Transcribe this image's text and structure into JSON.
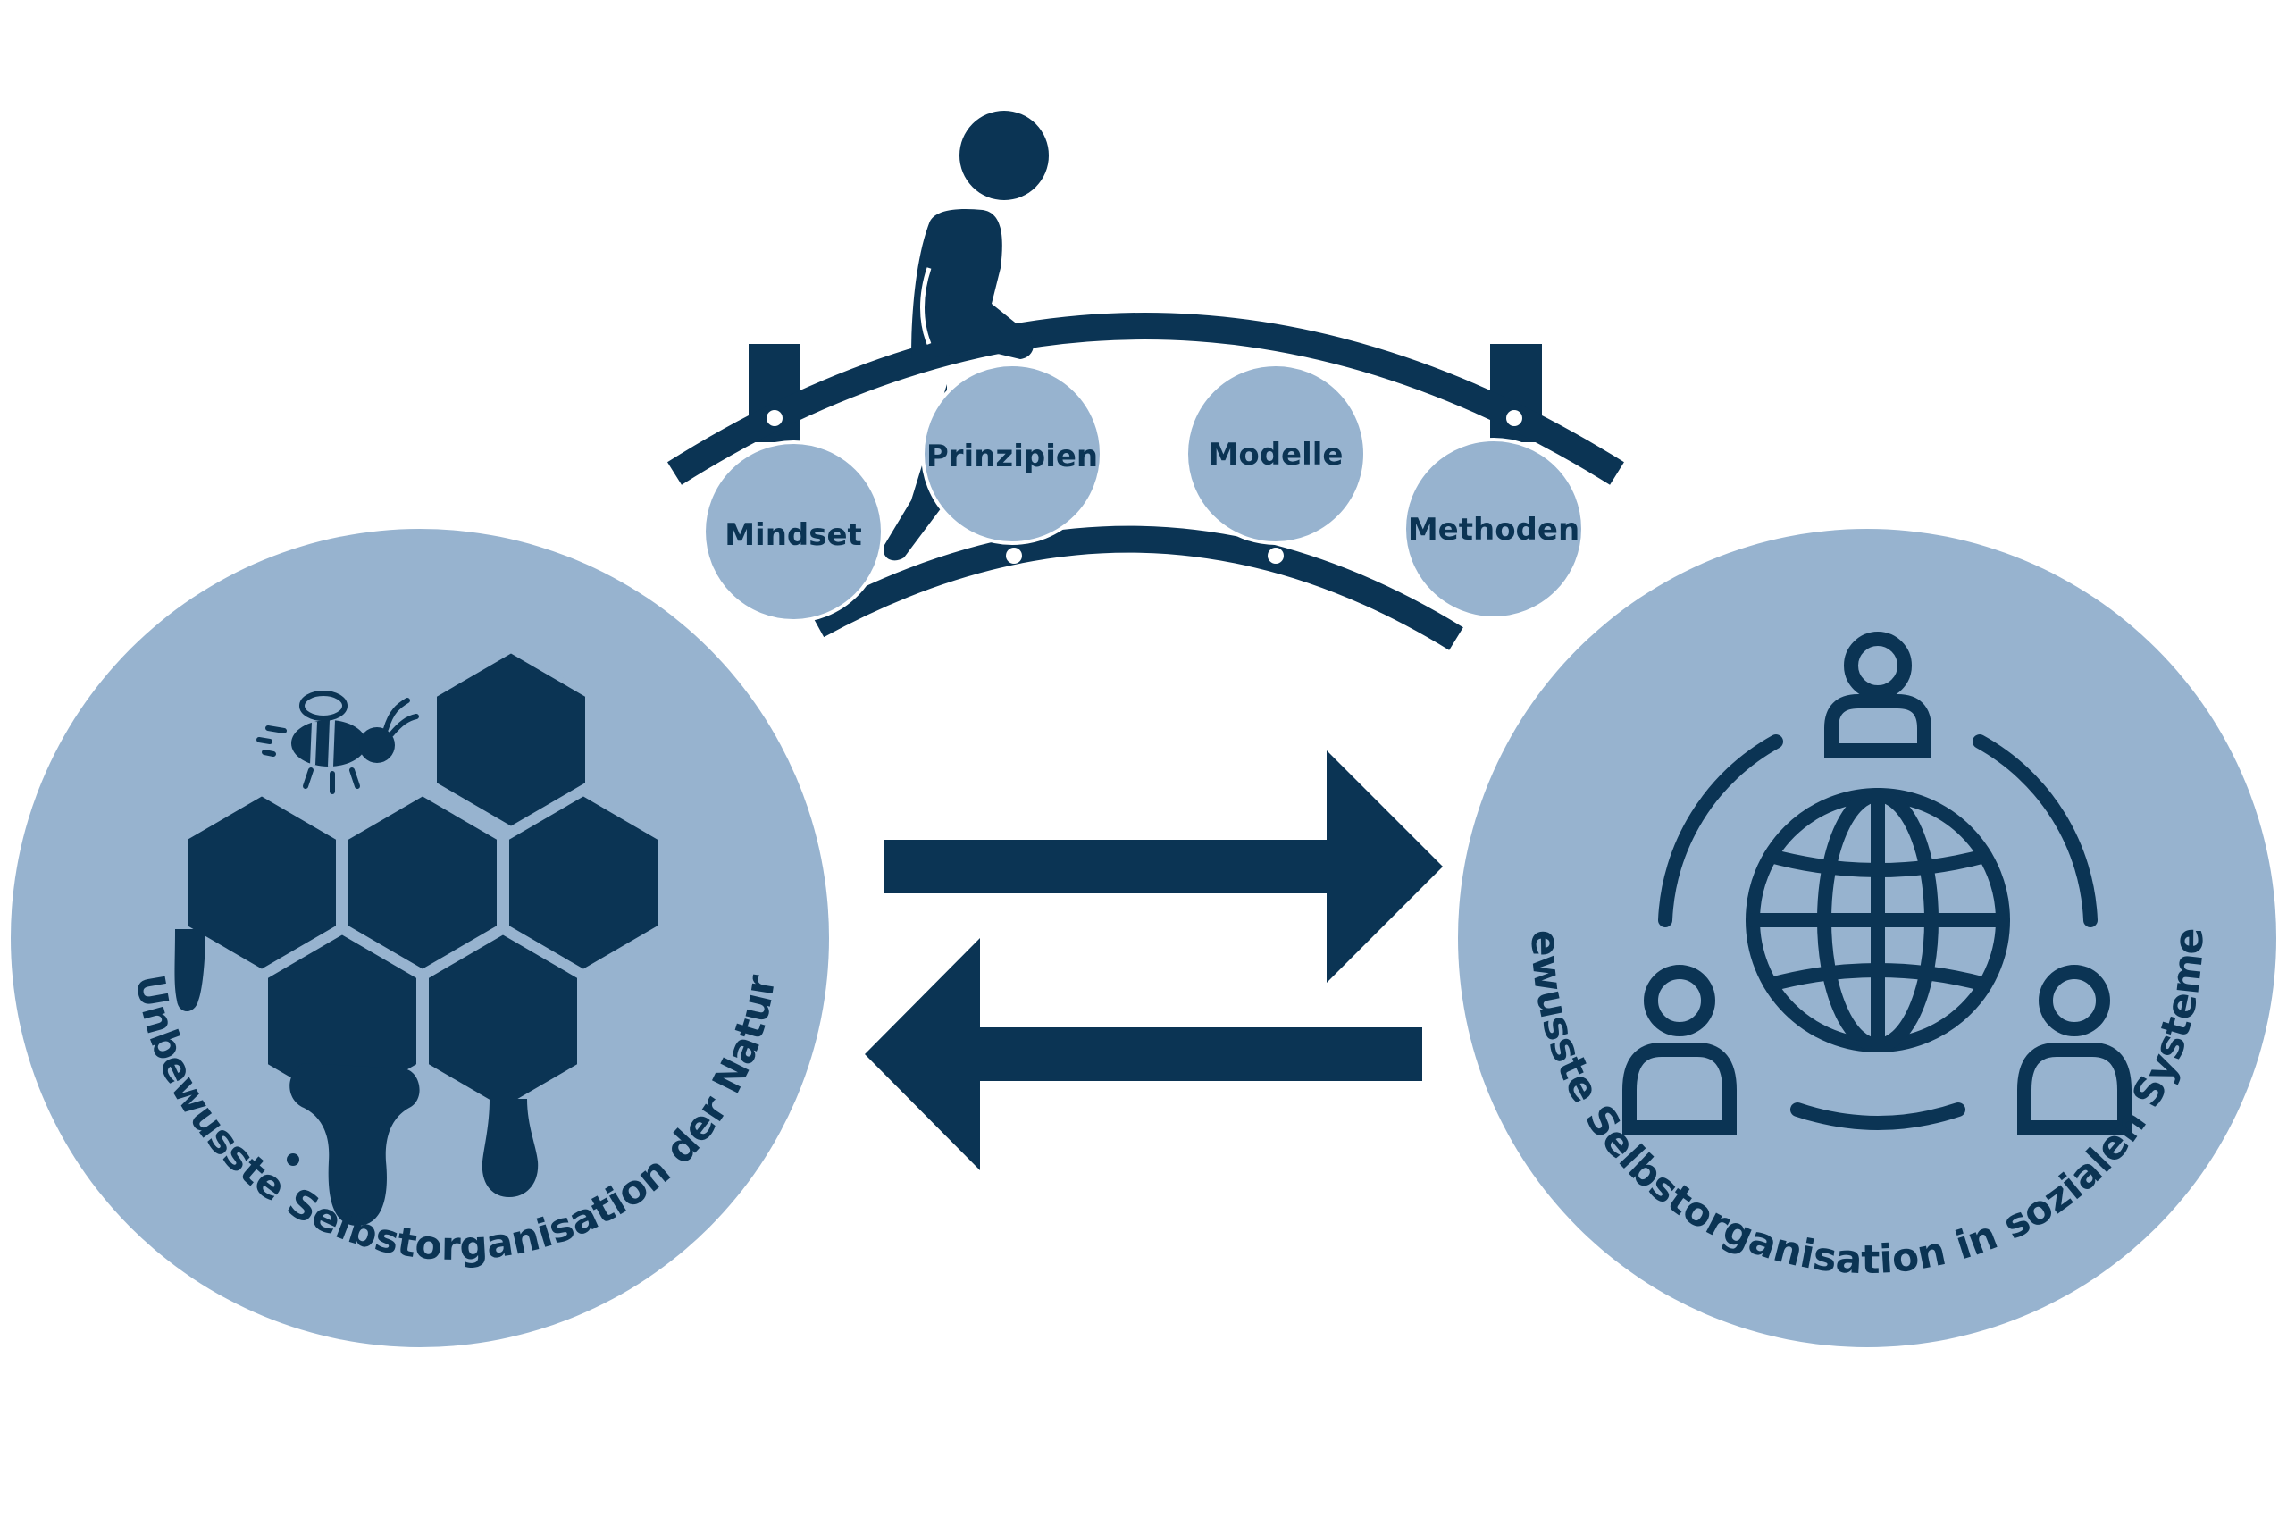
{
  "colors": {
    "dark": "#0b3454",
    "light": "#97b3cf",
    "background": "#ffffff"
  },
  "bridge": {
    "steps": [
      "Mindset",
      "Prinzipien",
      "Modelle",
      "Methoden"
    ]
  },
  "left_circle": {
    "label": "Unbewusste Selbstorganisation der Natur",
    "icon": "honeycomb-bee-icon"
  },
  "right_circle": {
    "label": "Bewusste Selbstorganisation in sozialen Systemen",
    "icon": "global-network-people-icon"
  },
  "arrows": {
    "icon": "bidirectional-arrows-icon"
  }
}
